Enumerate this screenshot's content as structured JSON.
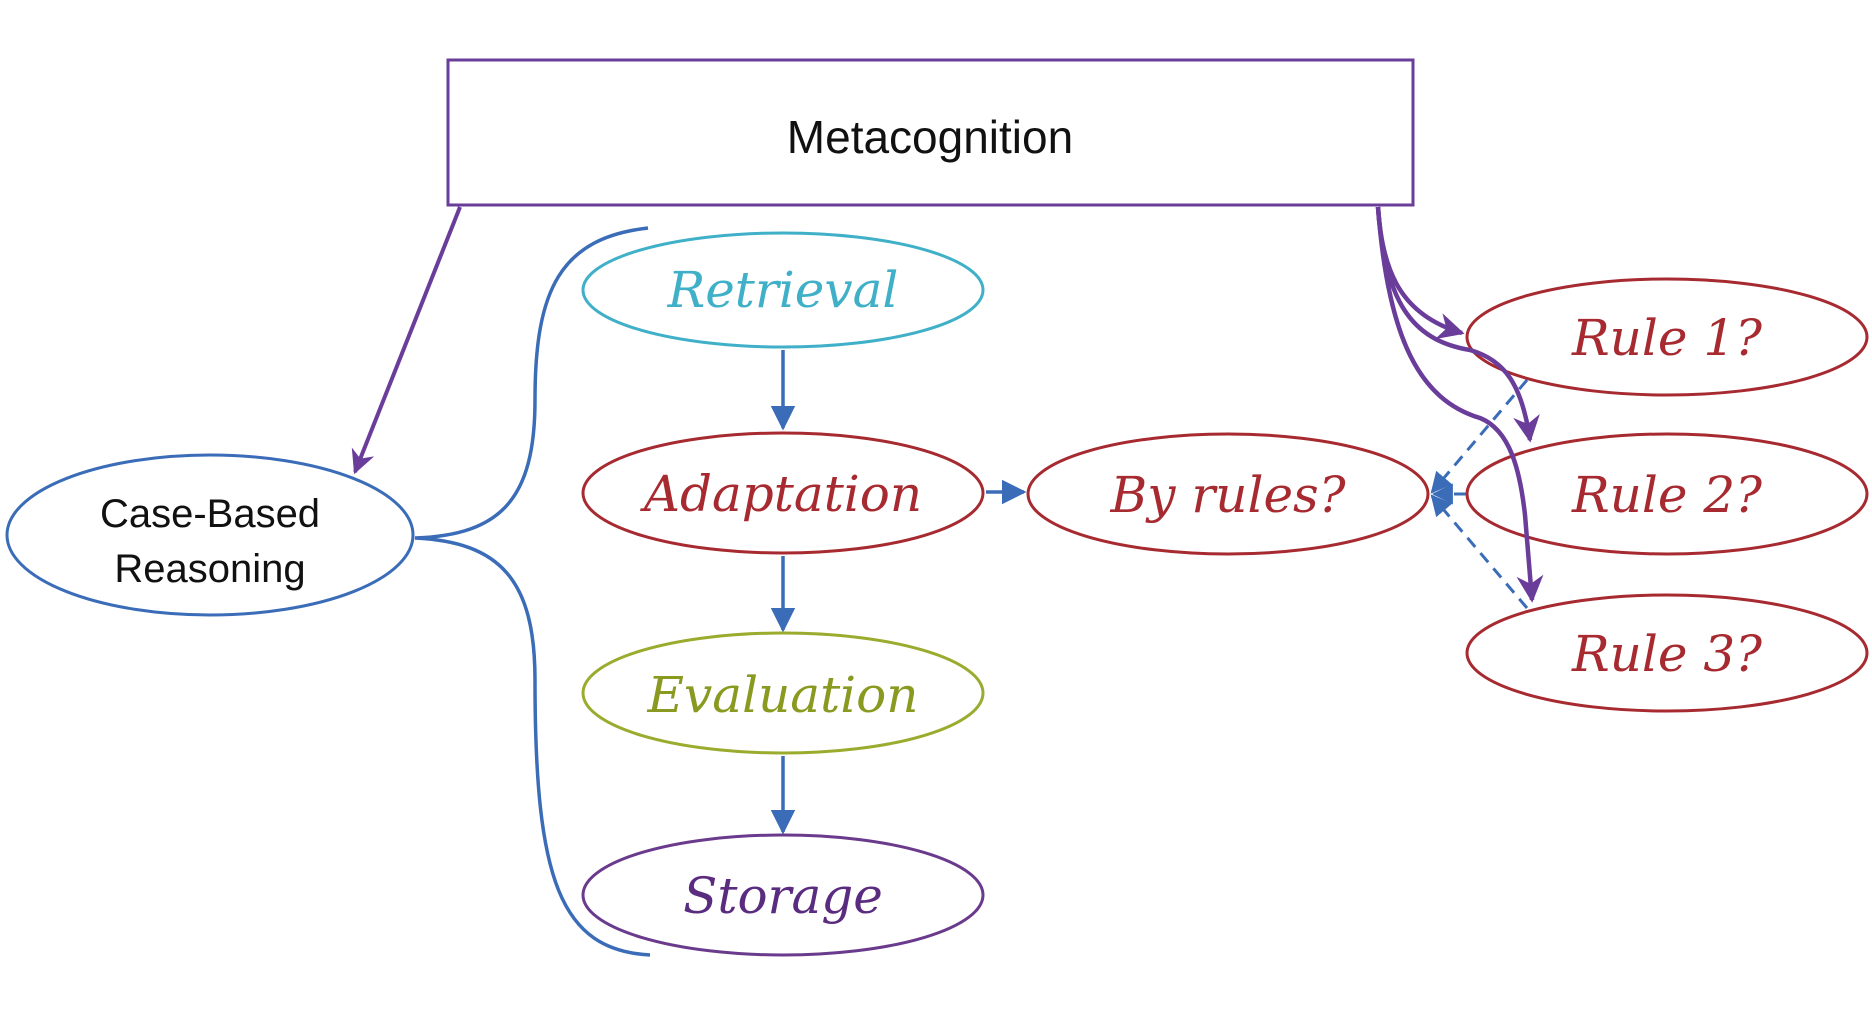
{
  "diagram": {
    "title": "Metacognition",
    "cbr_line1": "Case-Based",
    "cbr_line2": "Reasoning",
    "retrieval": "Retrieval",
    "adaptation": "Adaptation",
    "evaluation": "Evaluation",
    "storage": "Storage",
    "by_rules": "By rules?",
    "rule1": "Rule 1?",
    "rule2": "Rule 2?",
    "rule3": "Rule 3?"
  },
  "colors": {
    "purple": "#6a3d9a",
    "blue": "#3a6cb8",
    "cyan": "#3fb0c8",
    "red": "#a62a30",
    "green": "#9aab2e",
    "storage": "#6a3a8c",
    "black": "#111111"
  }
}
